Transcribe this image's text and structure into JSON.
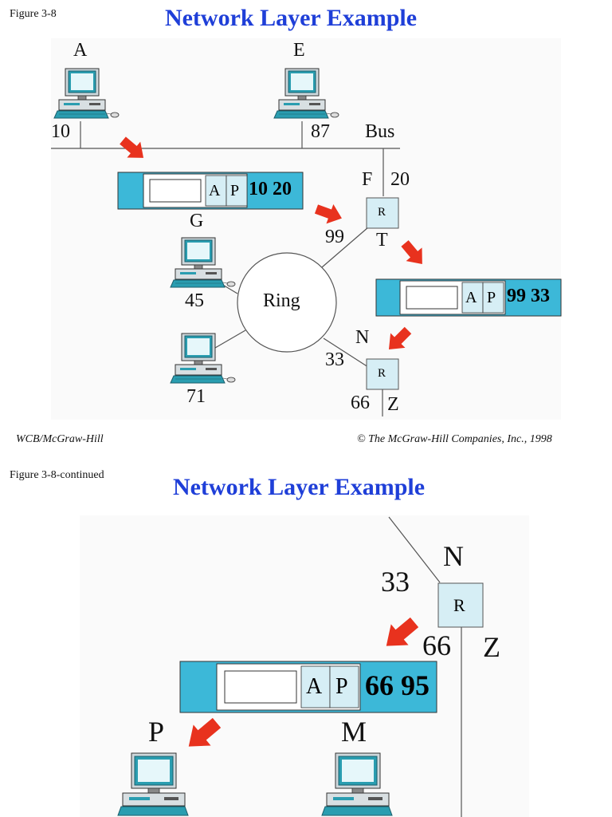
{
  "page1": {
    "figure_label": "Figure 3-8",
    "title": "Network Layer Example",
    "hosts": {
      "A": {
        "name": "A",
        "address": "10"
      },
      "E": {
        "name": "E",
        "address": "87"
      },
      "G": {
        "name": "G",
        "address": "45"
      },
      "H": {
        "address": "71"
      }
    },
    "bus_label": "Bus",
    "router1": {
      "label": "R",
      "top_port_name": "F",
      "top_port_address": "20",
      "ring_port_address": "99",
      "ring_port_name": "T"
    },
    "router2": {
      "label": "R",
      "ring_port_name": "N",
      "ring_port_address": "33",
      "out_port_address": "66",
      "out_port_name": "Z"
    },
    "ring_label": "Ring",
    "packet1": {
      "a": "A",
      "p": "P",
      "addr": "10 20"
    },
    "packet2": {
      "a": "A",
      "p": "P",
      "addr": "99 33"
    },
    "footer_left": "WCB/McGraw-Hill",
    "footer_right": "© The McGraw-Hill Companies, Inc., 1998"
  },
  "page2": {
    "figure_label": "Figure 3-8-continued",
    "title": "Network Layer Example",
    "router": {
      "label": "R",
      "name": "N",
      "in_address": "33",
      "out_address": "66",
      "out_name": "Z"
    },
    "packet": {
      "a": "A",
      "p": "P",
      "addr": "66 95"
    },
    "hosts": {
      "P": {
        "name": "P"
      },
      "M": {
        "name": "M"
      }
    }
  },
  "colors": {
    "title": "#1f3fd8",
    "packet_teal": "#3cb8d8",
    "router_fill": "#d6eef5",
    "arrow": "#e8321e",
    "monitor": "#2a9db0"
  }
}
